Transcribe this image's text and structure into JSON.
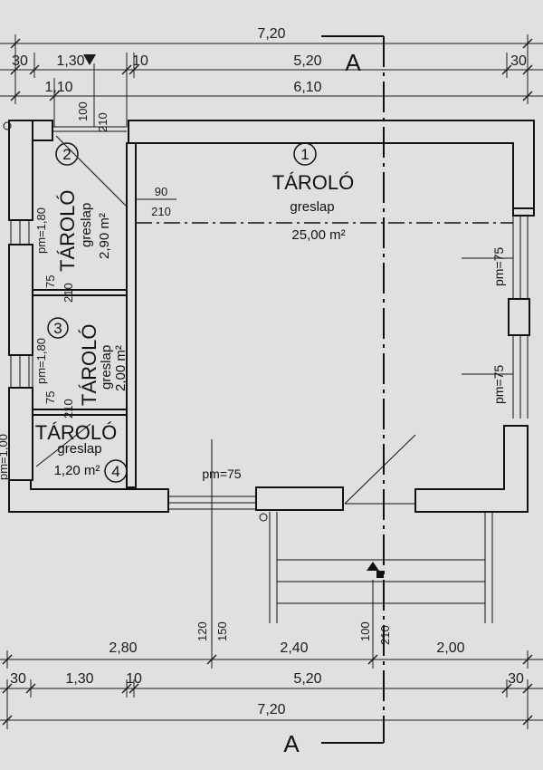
{
  "dimensions": {
    "top_total": "7,20",
    "top_row1": [
      "30",
      "1,30",
      "10",
      "5,20",
      "30"
    ],
    "top_row2": [
      "1,10",
      "6,10"
    ],
    "bottom_row1": [
      "2,80",
      "2,40",
      "2,00"
    ],
    "bottom_row2": [
      "30",
      "1,30",
      "10",
      "5,20",
      "30"
    ],
    "bottom_total": "7,20",
    "door_top_100": "100",
    "door_top_210": "210",
    "door_mid_90": "90",
    "door_mid_210": "210",
    "door_small_75a": "75",
    "door_small_210a": "210",
    "door_small_75b": "75",
    "door_small_210b": "210",
    "win_bottom_120": "120",
    "win_bottom_150": "150",
    "door_bottom_100": "100",
    "door_bottom_210": "210"
  },
  "section": {
    "label": "A"
  },
  "rooms": [
    {
      "num": "1",
      "name": "TÁROLÓ",
      "floor": "greslap",
      "area": "25,00 m²"
    },
    {
      "num": "2",
      "name": "TÁROLÓ",
      "floor": "greslap",
      "area": "2,90 m²"
    },
    {
      "num": "3",
      "name": "TÁROLÓ",
      "floor": "greslap",
      "area": "2,00 m²"
    },
    {
      "num": "4",
      "name": "TÁROLÓ",
      "floor": "greslap",
      "area": "1,20 m²"
    }
  ],
  "parapets": {
    "pm75": "pm=75",
    "pm180": "pm=1,80",
    "pm100": "pm=1,00"
  },
  "colors": {
    "ink": "#1b1b1b",
    "paper": "#dfe0e2"
  }
}
